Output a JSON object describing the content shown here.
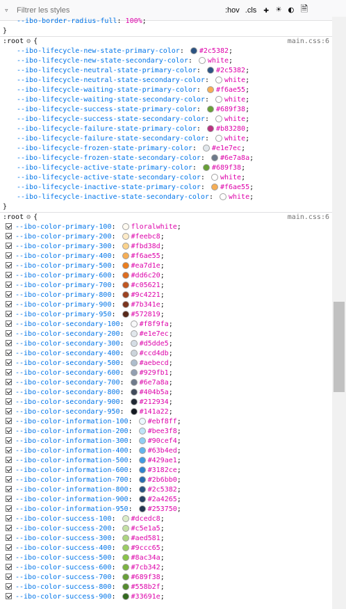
{
  "toolbar": {
    "filter_placeholder": "Filtrer les styles",
    "hov_label": ":hov",
    "cls_label": ".cls"
  },
  "top_partial": {
    "name": "--ibo-border-radius-full",
    "value": "100%"
  },
  "rule1": {
    "selector": ":root",
    "source": "main.css:6",
    "declarations": [
      {
        "name": "--ibo-lifecycle-new-state-primary-color",
        "value": "#2c5382",
        "color": "#2c5382"
      },
      {
        "name": "--ibo-lifecycle-new-state-secondary-color",
        "value": "white",
        "color": "#ffffff"
      },
      {
        "name": "--ibo-lifecycle-neutral-state-primary-color",
        "value": "#2c5382",
        "color": "#2c5382"
      },
      {
        "name": "--ibo-lifecycle-neutral-state-secondary-color",
        "value": "white",
        "color": "#ffffff"
      },
      {
        "name": "--ibo-lifecycle-waiting-state-primary-color",
        "value": "#f6ae55",
        "color": "#f6ae55"
      },
      {
        "name": "--ibo-lifecycle-waiting-state-secondary-color",
        "value": "white",
        "color": "#ffffff"
      },
      {
        "name": "--ibo-lifecycle-success-state-primary-color",
        "value": "#689f38",
        "color": "#689f38"
      },
      {
        "name": "--ibo-lifecycle-success-state-secondary-color",
        "value": "white",
        "color": "#ffffff"
      },
      {
        "name": "--ibo-lifecycle-failure-state-primary-color",
        "value": "#b83280",
        "color": "#b83280"
      },
      {
        "name": "--ibo-lifecycle-failure-state-secondary-color",
        "value": "white",
        "color": "#ffffff"
      },
      {
        "name": "--ibo-lifecycle-frozen-state-primary-color",
        "value": "#e1e7ec",
        "color": "#e1e7ec"
      },
      {
        "name": "--ibo-lifecycle-frozen-state-secondary-color",
        "value": "#6e7a8a",
        "color": "#6e7a8a"
      },
      {
        "name": "--ibo-lifecycle-active-state-primary-color",
        "value": "#689f38",
        "color": "#689f38"
      },
      {
        "name": "--ibo-lifecycle-active-state-secondary-color",
        "value": "white",
        "color": "#ffffff"
      },
      {
        "name": "--ibo-lifecycle-inactive-state-primary-color",
        "value": "#f6ae55",
        "color": "#f6ae55"
      },
      {
        "name": "--ibo-lifecycle-inactive-state-secondary-color",
        "value": "white",
        "color": "#ffffff"
      }
    ]
  },
  "rule2": {
    "selector": ":root",
    "source": "main.css:6",
    "declarations": [
      {
        "name": "--ibo-color-primary-100",
        "value": "floralwhite",
        "color": "#fffaf0"
      },
      {
        "name": "--ibo-color-primary-200",
        "value": "#feebc8",
        "color": "#feebc8"
      },
      {
        "name": "--ibo-color-primary-300",
        "value": "#fbd38d",
        "color": "#fbd38d"
      },
      {
        "name": "--ibo-color-primary-400",
        "value": "#f6ae55",
        "color": "#f6ae55"
      },
      {
        "name": "--ibo-color-primary-500",
        "value": "#ea7d1e",
        "color": "#ea7d1e"
      },
      {
        "name": "--ibo-color-primary-600",
        "value": "#dd6c20",
        "color": "#dd6c20"
      },
      {
        "name": "--ibo-color-primary-700",
        "value": "#c05621",
        "color": "#c05621"
      },
      {
        "name": "--ibo-color-primary-800",
        "value": "#9c4221",
        "color": "#9c4221"
      },
      {
        "name": "--ibo-color-primary-900",
        "value": "#7b341e",
        "color": "#7b341e"
      },
      {
        "name": "--ibo-color-primary-950",
        "value": "#572819",
        "color": "#572819"
      },
      {
        "name": "--ibo-color-secondary-100",
        "value": "#f8f9fa",
        "color": "#f8f9fa"
      },
      {
        "name": "--ibo-color-secondary-200",
        "value": "#e1e7ec",
        "color": "#e1e7ec"
      },
      {
        "name": "--ibo-color-secondary-300",
        "value": "#d5dde5",
        "color": "#d5dde5"
      },
      {
        "name": "--ibo-color-secondary-400",
        "value": "#ccd4db",
        "color": "#ccd4db"
      },
      {
        "name": "--ibo-color-secondary-500",
        "value": "#aebecd",
        "color": "#aebecd"
      },
      {
        "name": "--ibo-color-secondary-600",
        "value": "#929fb1",
        "color": "#929fb1"
      },
      {
        "name": "--ibo-color-secondary-700",
        "value": "#6e7a8a",
        "color": "#6e7a8a"
      },
      {
        "name": "--ibo-color-secondary-800",
        "value": "#404b5a",
        "color": "#404b5a"
      },
      {
        "name": "--ibo-color-secondary-900",
        "value": "#212934",
        "color": "#212934"
      },
      {
        "name": "--ibo-color-secondary-950",
        "value": "#141a22",
        "color": "#141a22"
      },
      {
        "name": "--ibo-color-information-100",
        "value": "#ebf8ff",
        "color": "#ebf8ff"
      },
      {
        "name": "--ibo-color-information-200",
        "value": "#bee3f8",
        "color": "#bee3f8"
      },
      {
        "name": "--ibo-color-information-300",
        "value": "#90cef4",
        "color": "#90cef4"
      },
      {
        "name": "--ibo-color-information-400",
        "value": "#63b4ed",
        "color": "#63b4ed"
      },
      {
        "name": "--ibo-color-information-500",
        "value": "#429ae1",
        "color": "#429ae1"
      },
      {
        "name": "--ibo-color-information-600",
        "value": "#3182ce",
        "color": "#3182ce"
      },
      {
        "name": "--ibo-color-information-700",
        "value": "#2b6bb0",
        "color": "#2b6bb0"
      },
      {
        "name": "--ibo-color-information-800",
        "value": "#2c5382",
        "color": "#2c5382"
      },
      {
        "name": "--ibo-color-information-900",
        "value": "#2a4265",
        "color": "#2a4265"
      },
      {
        "name": "--ibo-color-information-950",
        "value": "#253750",
        "color": "#253750"
      },
      {
        "name": "--ibo-color-success-100",
        "value": "#dcedc8",
        "color": "#dcedc8"
      },
      {
        "name": "--ibo-color-success-200",
        "value": "#c5e1a5",
        "color": "#c5e1a5"
      },
      {
        "name": "--ibo-color-success-300",
        "value": "#aed581",
        "color": "#aed581"
      },
      {
        "name": "--ibo-color-success-400",
        "value": "#9ccc65",
        "color": "#9ccc65"
      },
      {
        "name": "--ibo-color-success-500",
        "value": "#8ac34a",
        "color": "#8ac34a"
      },
      {
        "name": "--ibo-color-success-600",
        "value": "#7cb342",
        "color": "#7cb342"
      },
      {
        "name": "--ibo-color-success-700",
        "value": "#689f38",
        "color": "#689f38"
      },
      {
        "name": "--ibo-color-success-800",
        "value": "#558b2f",
        "color": "#558b2f"
      },
      {
        "name": "--ibo-color-success-900",
        "value": "#33691e",
        "color": "#33691e"
      }
    ]
  }
}
